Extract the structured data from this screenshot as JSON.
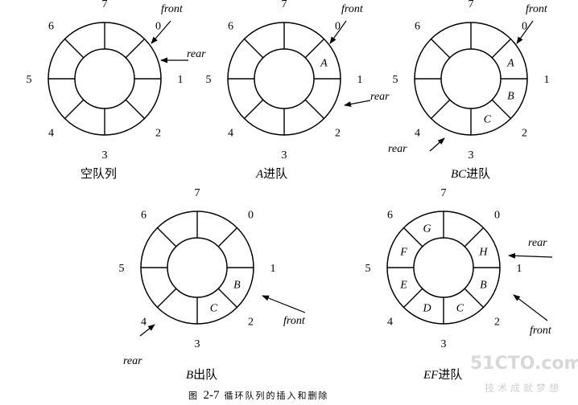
{
  "figure": {
    "number": "2-7",
    "title": "循环队列的插入和删除"
  },
  "watermark": {
    "text": "51CTO.com",
    "subtext": "技术成就梦想"
  },
  "panels": [
    {
      "id": "empty",
      "caption_pre": "",
      "caption_letters": "",
      "caption_text": "空队列",
      "slot_labels": [
        "0",
        "1",
        "2",
        "3",
        "4",
        "5",
        "6",
        "7"
      ],
      "elements": [
        "",
        "",
        "",
        "",
        "",
        "",
        "",
        ""
      ],
      "front_label": "front",
      "rear_label": "rear"
    },
    {
      "id": "a-enqueued",
      "caption_letters": "A",
      "caption_text": "进队",
      "slot_labels": [
        "0",
        "1",
        "2",
        "3",
        "4",
        "5",
        "6",
        "7"
      ],
      "elements": [
        "A",
        "",
        "",
        "",
        "",
        "",
        "",
        ""
      ],
      "front_label": "front",
      "rear_label": "rear"
    },
    {
      "id": "bc-enqueued",
      "caption_letters": "BC",
      "caption_text": "进队",
      "slot_labels": [
        "0",
        "1",
        "2",
        "3",
        "4",
        "5",
        "6",
        "7"
      ],
      "elements": [
        "A",
        "B",
        "C",
        "",
        "",
        "",
        "",
        ""
      ],
      "front_label": "front",
      "rear_label": "rear"
    },
    {
      "id": "b-dequeued",
      "caption_letters": "B",
      "caption_text": "出队",
      "slot_labels": [
        "0",
        "1",
        "2",
        "3",
        "4",
        "5",
        "6",
        "7"
      ],
      "elements": [
        "",
        "B",
        "C",
        "",
        "",
        "",
        "",
        ""
      ],
      "front_label": "front",
      "rear_label": "rear"
    },
    {
      "id": "ef-enqueued",
      "caption_letters": "EF",
      "caption_text": "进队",
      "slot_labels": [
        "0",
        "1",
        "2",
        "3",
        "4",
        "5",
        "6",
        "7"
      ],
      "elements": [
        "H",
        "B",
        "C",
        "D",
        "E",
        "F",
        "G",
        ""
      ],
      "front_label": "front",
      "rear_label": "rear"
    }
  ]
}
